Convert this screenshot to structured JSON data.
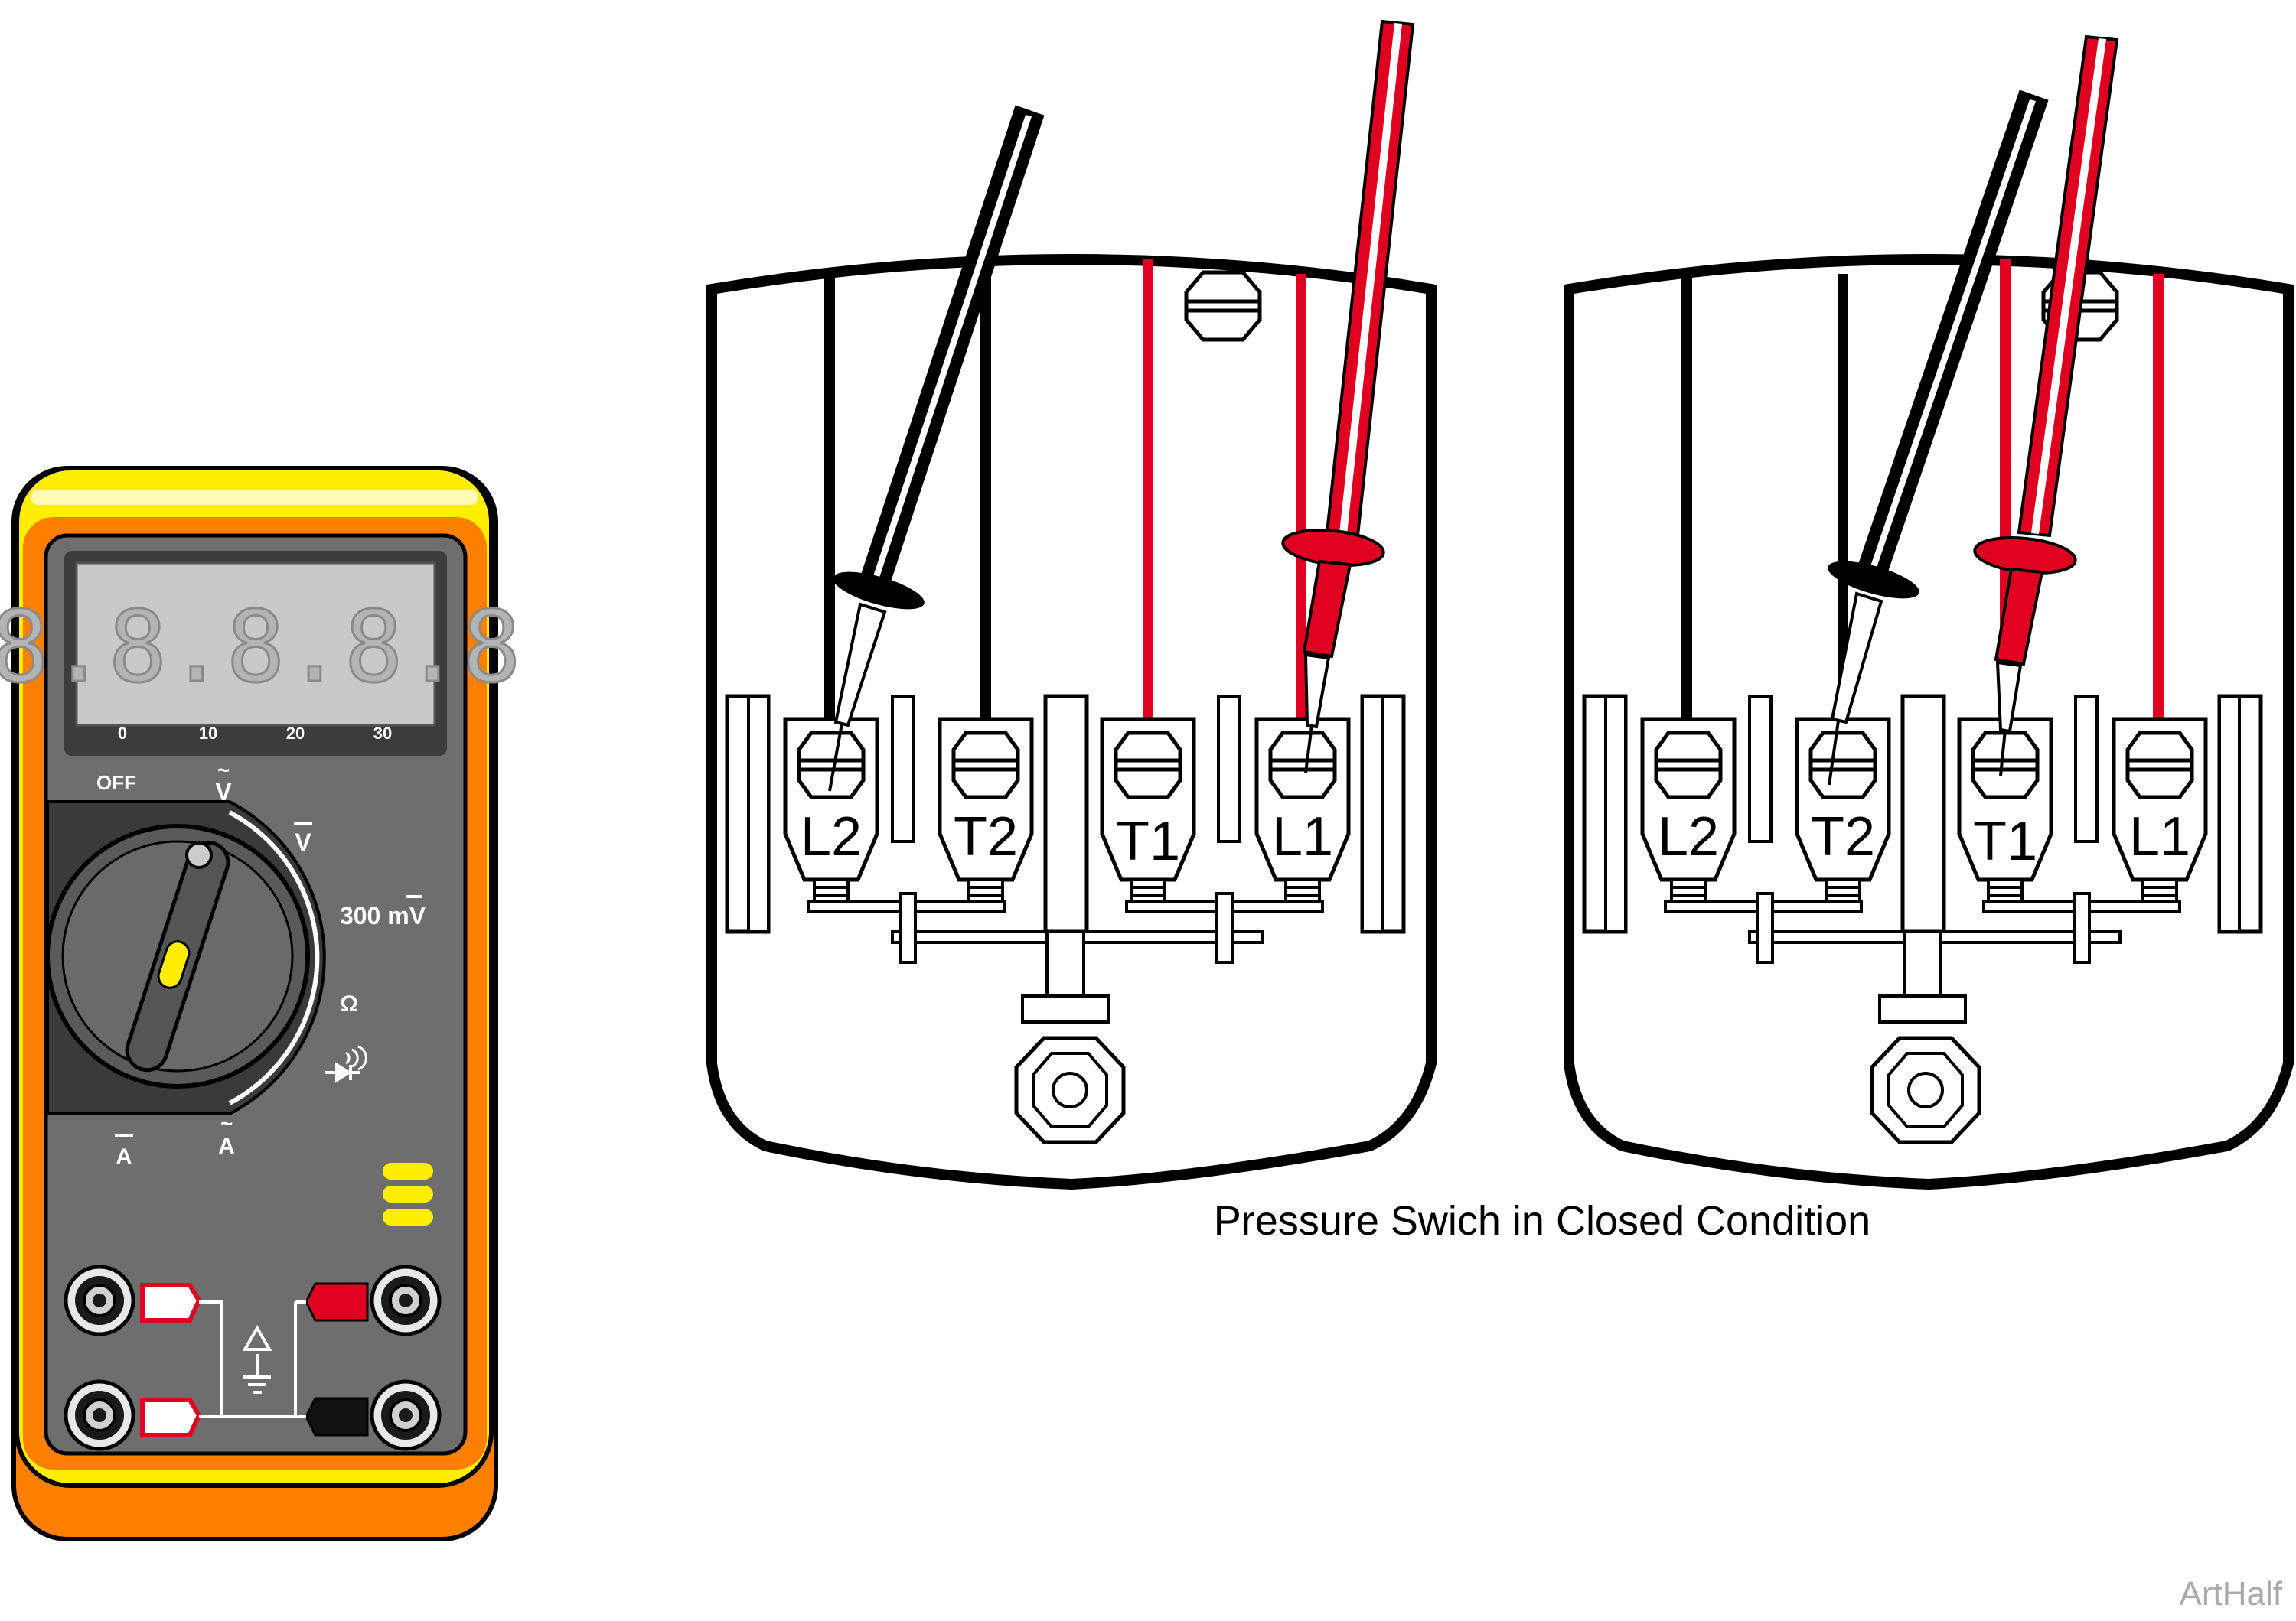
{
  "caption": "Pressure Swich in Closed Condition",
  "watermark": "ArtHalf",
  "meter": {
    "display": "8.8.8.8.8",
    "scale": [
      "0",
      "10",
      "20",
      "30"
    ],
    "dial": {
      "off": "OFF",
      "ac_volts": "V",
      "dc_volts": "V",
      "millivolts": "300 mV",
      "ohms": "Ω",
      "dc_amps": "A",
      "ac_amps": "A"
    },
    "colors": {
      "body": "#ffee00",
      "bumper": "#ff8000",
      "face": "#6e6e6e",
      "lcd": "#c9c9c9",
      "red_jack": "#e00020",
      "black_jack": "#111111"
    }
  },
  "switch_panels": [
    {
      "terminals": [
        "L2",
        "T2",
        "T1",
        "L1"
      ],
      "black_probe_on": "L2",
      "red_probe_on": "L1"
    },
    {
      "terminals": [
        "L2",
        "T2",
        "T1",
        "L1"
      ],
      "black_probe_on": "T2",
      "red_probe_on": "T1"
    }
  ],
  "probe_colors": {
    "black": "#000000",
    "red": "#e00020"
  }
}
